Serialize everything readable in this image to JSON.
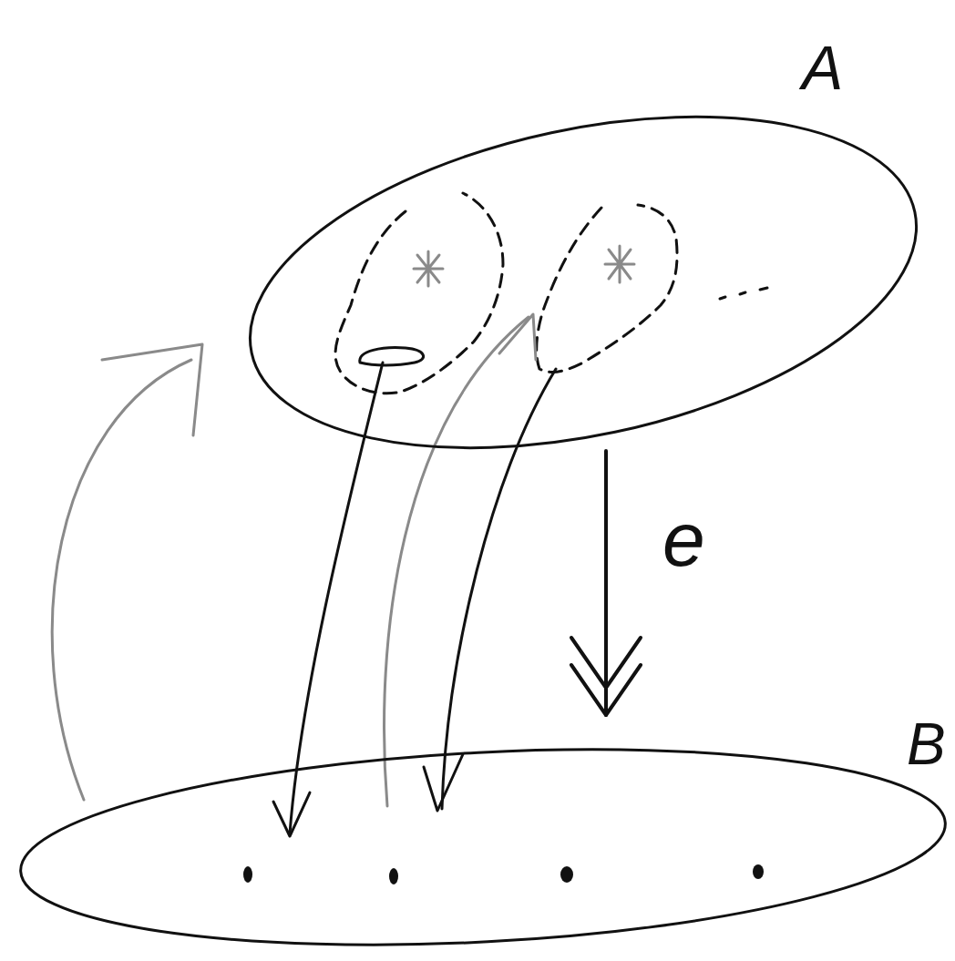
{
  "diagram": {
    "nodes": [
      {
        "text": [
          "A"
        ]
      },
      {
        "text": [
          "B"
        ]
      }
    ],
    "edges": [
      {
        "from": 0,
        "to": 1,
        "arrow": "to",
        "label": "e"
      }
    ]
  }
}
